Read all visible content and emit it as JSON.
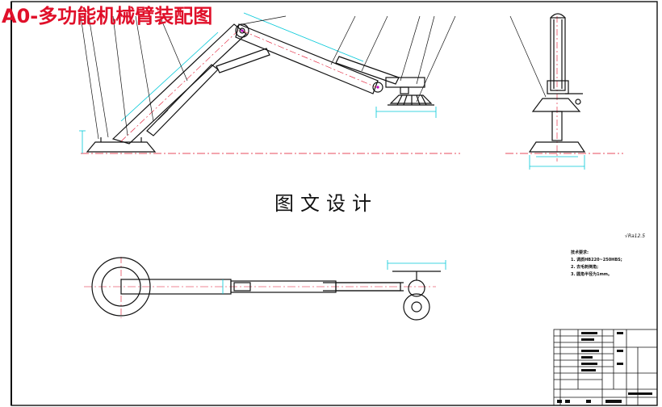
{
  "sheet": {
    "title": "A0-多功能机械臂装配图",
    "watermark": "图文设计"
  },
  "technical_requirements": {
    "heading": "技术要求:",
    "items": [
      "1. 调质HB220~250HBS;",
      "2. 去毛刺倒角;",
      "3. 圆角半径为1mm。"
    ]
  },
  "roughness_symbol": "√Ra12.5",
  "colors": {
    "ink": "#111111",
    "title_red": "#e0102a",
    "dim_cyan": "#00c8d8",
    "centerline_red": "#e0102a",
    "hatch_magenta": "#c000c0"
  }
}
